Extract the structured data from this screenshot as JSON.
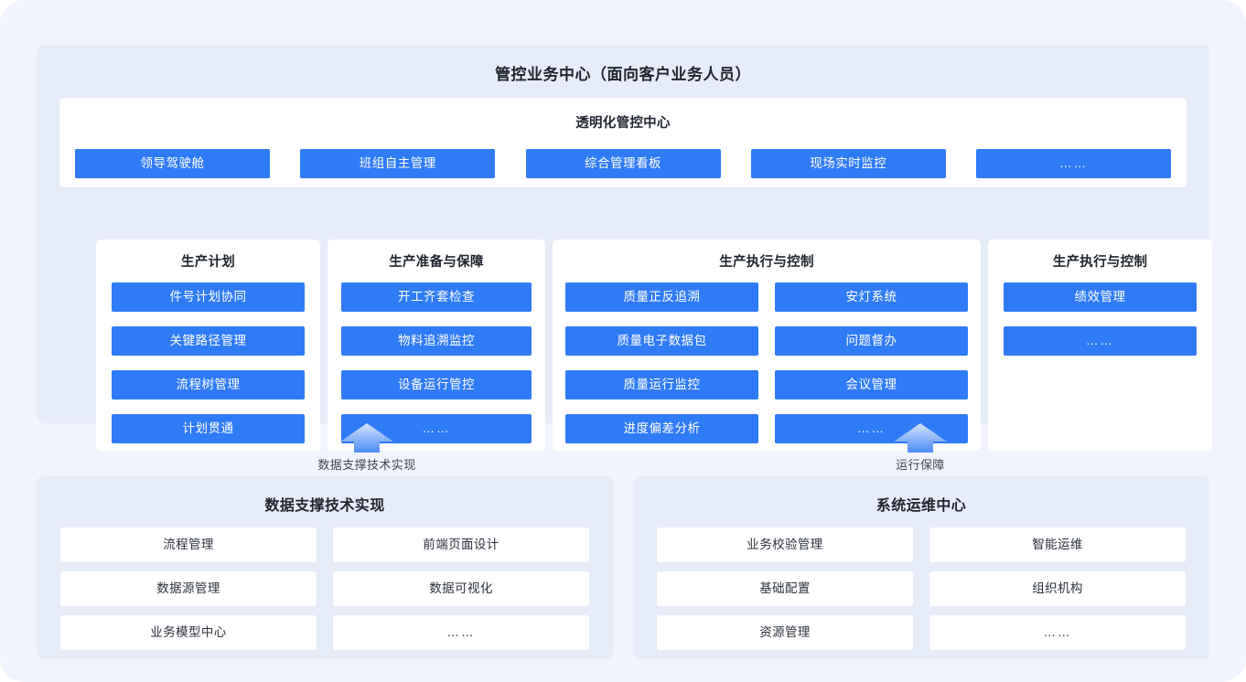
{
  "top_panel": {
    "title": "管控业务中心（面向客户业务人员）",
    "transparent_center": {
      "title": "透明化管控中心",
      "items": [
        "领导驾驶舱",
        "班组自主管理",
        "综合管理看板",
        "现场实时监控",
        "……"
      ]
    },
    "columns": [
      {
        "title": "生产计划",
        "items": [
          "件号计划协同",
          "关键路径管理",
          "流程树管理",
          "计划贯通"
        ]
      },
      {
        "title": "生产准备与保障",
        "items": [
          "开工齐套检查",
          "物料追溯监控",
          "设备运行管控",
          "……"
        ]
      },
      {
        "title": "生产执行与控制",
        "left_items": [
          "质量正反追溯",
          "质量电子数据包",
          "质量运行监控",
          "进度偏差分析"
        ],
        "right_items": [
          "安灯系统",
          "问题督办",
          "会议管理",
          "……"
        ]
      },
      {
        "title": "生产执行与控制",
        "items": [
          "绩效管理",
          "……"
        ]
      }
    ]
  },
  "arrows": [
    {
      "label": "数据支撑技术实现",
      "icon": "arrow-up-icon"
    },
    {
      "label": "运行保障",
      "icon": "arrow-up-icon"
    }
  ],
  "bottom_panels": [
    {
      "title": "数据支撑技术实现",
      "items": [
        "流程管理",
        "前端页面设计",
        "数据源管理",
        "数据可视化",
        "业务模型中心",
        "……"
      ]
    },
    {
      "title": "系统运维中心",
      "items": [
        "业务校验管理",
        "智能运维",
        "基础配置",
        "组织机构",
        "资源管理",
        "……"
      ]
    }
  ],
  "colors": {
    "page_bg": "#f1f4fc",
    "panel_bg": "#e7ecf9",
    "chip_blue": "#2f7bf6",
    "card_white": "#ffffff",
    "text_dark": "#20262f"
  }
}
